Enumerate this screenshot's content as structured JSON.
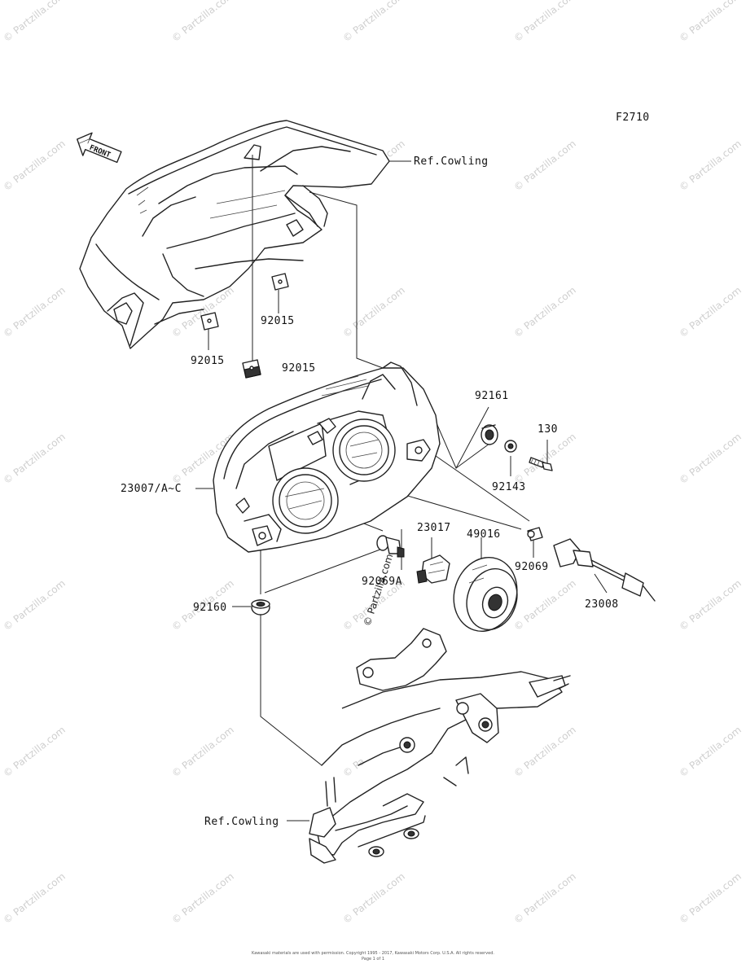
{
  "diagram": {
    "code": "F2710",
    "front_marker": "FRONT",
    "watermark_text": "© Partzilla.com",
    "center_watermark": "© Partzilla.com",
    "footer": {
      "line1": "Kawasaki materials are used with permission. Copyright 1995 - 2017, Kawasaki Motors Corp. U.S.A. All rights reserved.",
      "line2": "Page 1 of 1"
    },
    "labels": {
      "ref_cowling_top": "Ref.Cowling",
      "ref_cowling_bottom": "Ref.Cowling",
      "p92015_a": "92015",
      "p92015_b": "92015",
      "p92015_c": "92015",
      "p92161": "92161",
      "p130": "130",
      "p92143": "92143",
      "p23007": "23007/A~C",
      "p23017": "23017",
      "p49016": "49016",
      "p92069A": "92069A",
      "p92069": "92069",
      "p23008": "23008",
      "p92160": "92160"
    }
  }
}
